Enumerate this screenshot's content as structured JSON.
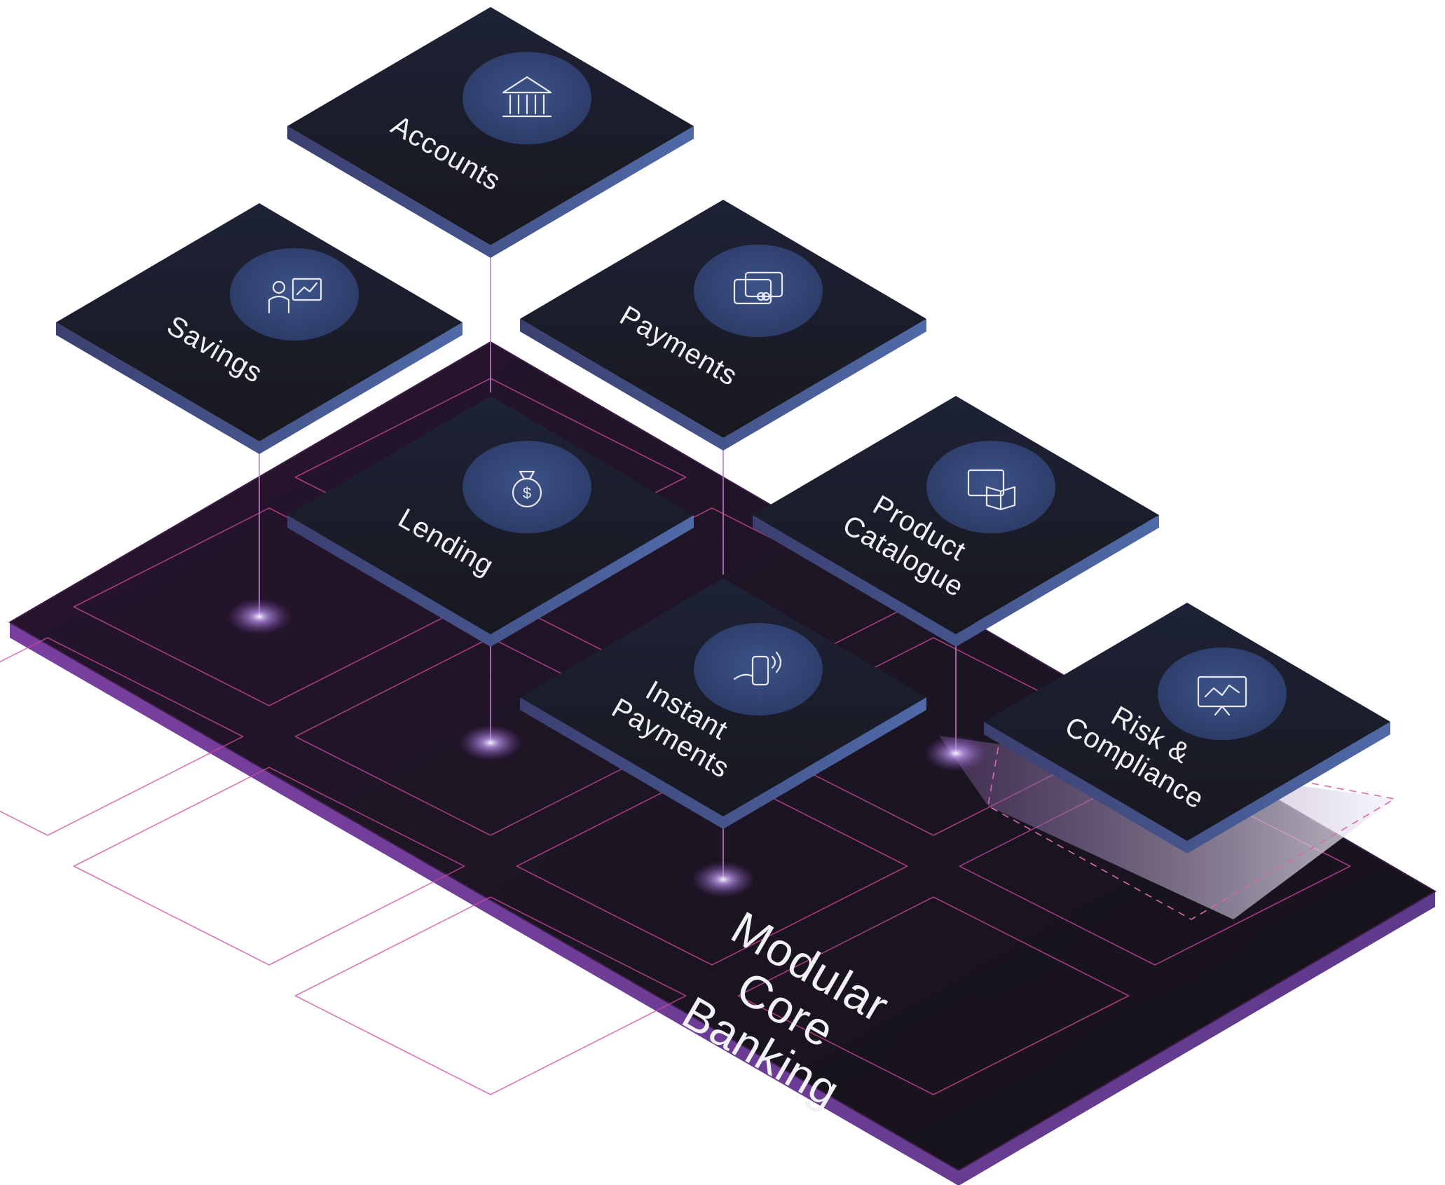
{
  "platform": {
    "title_lines": [
      "Modular",
      "Core",
      "Banking"
    ],
    "colors": {
      "base_top": "#1a1420",
      "base_edge": "#6e3d96",
      "slot_outline": "#d1489e",
      "tile_top": "#1b1c2c",
      "tile_edge": "#44528a",
      "icon_circle": "#34477a",
      "connector": "#c27ac8",
      "glow": "#b084ff"
    }
  },
  "modules": [
    {
      "id": "accounts",
      "label_lines": [
        "Accounts"
      ],
      "icon": "bank-icon"
    },
    {
      "id": "savings",
      "label_lines": [
        "Savings"
      ],
      "icon": "savings-presentation-icon"
    },
    {
      "id": "payments",
      "label_lines": [
        "Payments"
      ],
      "icon": "cards-icon"
    },
    {
      "id": "lending",
      "label_lines": [
        "Lending"
      ],
      "icon": "money-bag-icon"
    },
    {
      "id": "product-catalogue",
      "label_lines": [
        "Product",
        "Catalogue"
      ],
      "icon": "catalogue-icon"
    },
    {
      "id": "instant-payments",
      "label_lines": [
        "Instant",
        "Payments"
      ],
      "icon": "contactless-pay-icon"
    },
    {
      "id": "risk-compliance",
      "label_lines": [
        "Risk &",
        "Compliance"
      ],
      "icon": "risk-chart-icon"
    }
  ]
}
